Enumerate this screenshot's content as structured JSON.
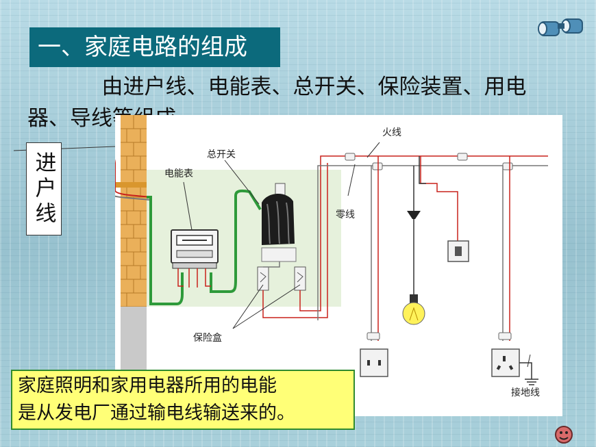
{
  "slide": {
    "title": "一、家庭电路的组成",
    "intro": "由进户线、电能表、总开关、保险装置、用电器、导线等组成。",
    "entry_label": "进户线",
    "caption_line1": "家庭照明和家用电器所用的电能",
    "caption_line2": "是从发电厂通过输电线输送来的。"
  },
  "diagram": {
    "labels": {
      "meter": "电能表",
      "main_switch": "总开关",
      "live_wire": "火线",
      "neutral_wire": "零线",
      "fuse_box": "保险盒",
      "ground_wire": "接地线"
    }
  },
  "colors": {
    "title_bg": "#0c6a7c",
    "caption_bg": "#ffff77",
    "live_wire": "#c8201a",
    "neutral_wire": "#777777",
    "main_wire": "#2e9a3a",
    "wall": "#e9a94a"
  }
}
